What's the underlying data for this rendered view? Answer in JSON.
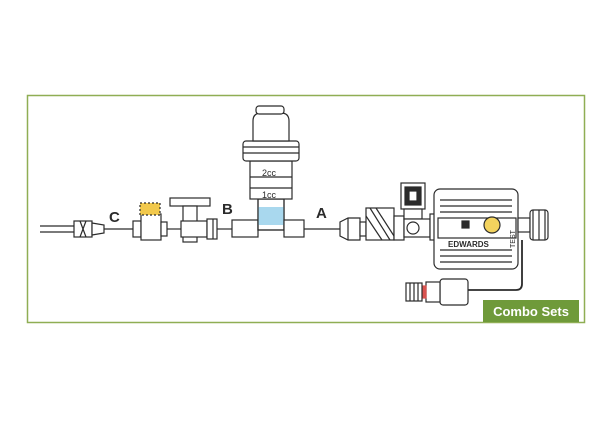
{
  "diagram": {
    "labels": {
      "a": "A",
      "b": "B",
      "c": "C"
    },
    "syringe": {
      "mark_2cc": "2cc",
      "mark_1cc": "1cc"
    },
    "transducer": {
      "brand": "EDWARDS",
      "test": "TEST"
    },
    "badge": {
      "text": "Combo Sets"
    },
    "colors": {
      "frame": "#8fae54",
      "badge_bg": "#6f9a3a",
      "badge_text": "#ffffff",
      "stroke": "#2b2b2b",
      "fluid": "#a9d8ee",
      "cap": "#f2c94c",
      "knob": "#f3d35e",
      "plug_red": "#d9534f"
    }
  }
}
